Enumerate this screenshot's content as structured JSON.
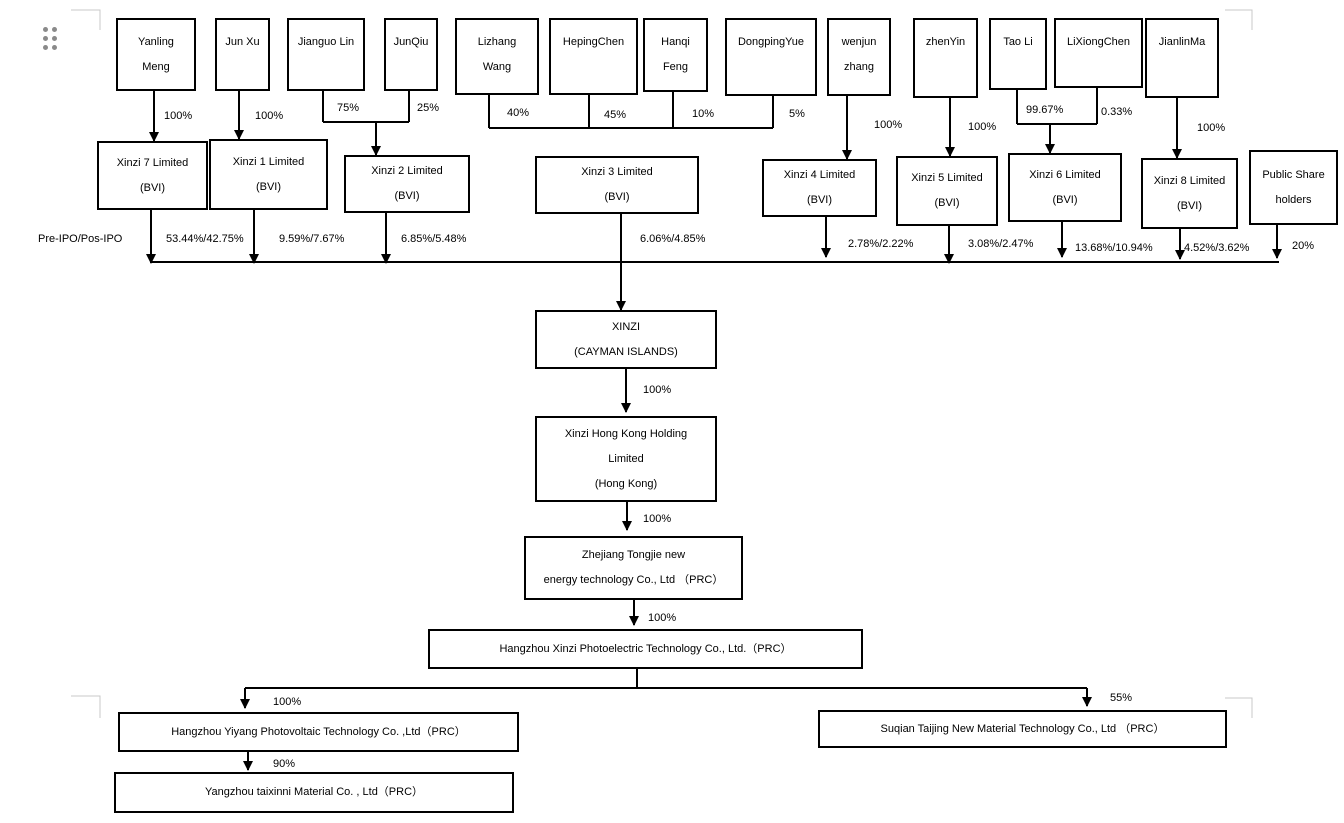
{
  "shareholders": [
    {
      "id": "s_meng",
      "lines": [
        "Yanling",
        "Meng"
      ],
      "pct": "100%"
    },
    {
      "id": "s_junxu",
      "lines": [
        "Jun Xu"
      ],
      "pct": "100%"
    },
    {
      "id": "s_lin",
      "lines": [
        "Jianguo Lin"
      ],
      "pct": "75%"
    },
    {
      "id": "s_qiu",
      "lines": [
        "JunQiu"
      ],
      "pct": "25%"
    },
    {
      "id": "s_wang",
      "lines": [
        "Lizhang",
        "Wang"
      ],
      "pct": "40%"
    },
    {
      "id": "s_hchen",
      "lines": [
        "HepingChen"
      ],
      "pct": "45%"
    },
    {
      "id": "s_feng",
      "lines": [
        "Hanqi",
        "Feng"
      ],
      "pct": "10%"
    },
    {
      "id": "s_yue",
      "lines": [
        "DongpingYue"
      ],
      "pct": "5%"
    },
    {
      "id": "s_zhang",
      "lines": [
        "wenjun",
        "zhang"
      ],
      "pct": "100%"
    },
    {
      "id": "s_yin",
      "lines": [
        "zhenYin"
      ],
      "pct": "100%"
    },
    {
      "id": "s_tao",
      "lines": [
        "Tao Li"
      ],
      "pct": "99.67%"
    },
    {
      "id": "s_lxchen",
      "lines": [
        "LiXiongChen"
      ],
      "pct": "0.33%"
    },
    {
      "id": "s_ma",
      "lines": [
        "JianlinMa"
      ],
      "pct": "100%"
    }
  ],
  "holding_companies": [
    {
      "id": "x7",
      "lines": [
        "Xinzi 7 Limited",
        "(BVI)"
      ],
      "pct": "53.44%/42.75%"
    },
    {
      "id": "x1",
      "lines": [
        "Xinzi 1 Limited",
        "(BVI)"
      ],
      "pct": "9.59%/7.67%"
    },
    {
      "id": "x2",
      "lines": [
        "Xinzi 2 Limited",
        "(BVI)"
      ],
      "pct": "6.85%/5.48%"
    },
    {
      "id": "x3",
      "lines": [
        "Xinzi 3 Limited",
        "(BVI)"
      ],
      "pct": "6.06%/4.85%"
    },
    {
      "id": "x4",
      "lines": [
        "Xinzi 4 Limited",
        "(BVI)"
      ],
      "pct": "2.78%/2.22%"
    },
    {
      "id": "x5",
      "lines": [
        "Xinzi 5 Limited",
        "(BVI)"
      ],
      "pct": "3.08%/2.47%"
    },
    {
      "id": "x6",
      "lines": [
        "Xinzi 6 Limited",
        "(BVI)"
      ],
      "pct": "13.68%/10.94%"
    },
    {
      "id": "x8",
      "lines": [
        "Xinzi 8 Limited",
        "(BVI)"
      ],
      "pct": "4.52%/3.62%"
    },
    {
      "id": "pub",
      "lines": [
        "Public Share",
        "holders"
      ],
      "pct": "20%"
    }
  ],
  "pre_ipo_label": "Pre-IPO/Pos-IPO",
  "chain": [
    {
      "id": "cayman",
      "lines": [
        "XINZI",
        "(CAYMAN ISLANDS)"
      ],
      "pct": "100%"
    },
    {
      "id": "hk",
      "lines": [
        "Xinzi Hong Kong Holding",
        "Limited",
        "(Hong Kong)"
      ],
      "pct": "100%"
    },
    {
      "id": "zj",
      "lines": [
        "Zhejiang Tongjie new",
        "energy technology Co., Ltd （PRC）"
      ],
      "pct": "100%"
    },
    {
      "id": "hz",
      "lines": [
        "Hangzhou Xinzi Photoelectric Technology Co., Ltd.（PRC）"
      ]
    }
  ],
  "subsidiaries": [
    {
      "id": "yy",
      "lines": [
        "Hangzhou Yiyang Photovoltaic Technology Co. ,Ltd（PRC）"
      ],
      "pct": "100%"
    },
    {
      "id": "sq",
      "lines": [
        "Suqian Taijing New Material Technology Co., Ltd （PRC）"
      ],
      "pct": "55%"
    },
    {
      "id": "yz",
      "lines": [
        "Yangzhou taixinni Material Co. , Ltd（PRC）"
      ],
      "pct": "90%"
    }
  ],
  "colors": {
    "line": "#000000",
    "handle": "#8a8a8a",
    "corner": "#c8c8c8"
  }
}
